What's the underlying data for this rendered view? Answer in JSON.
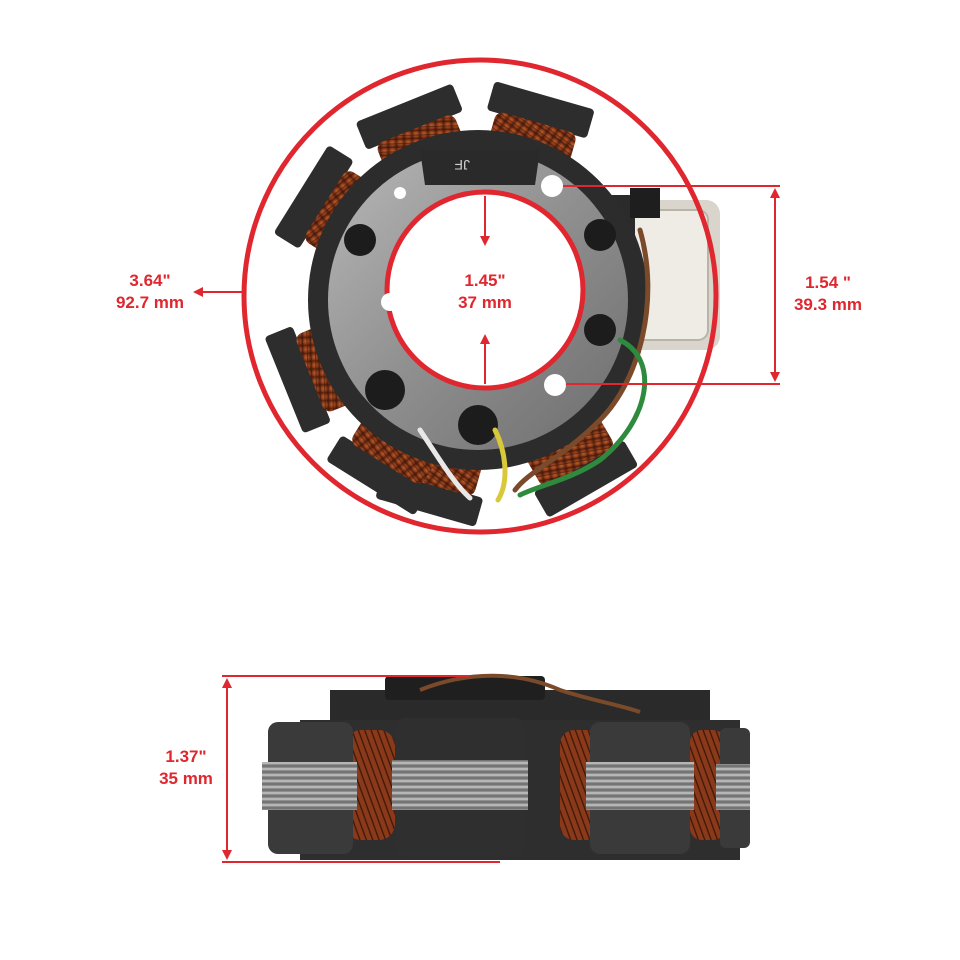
{
  "colors": {
    "accent": "#e0262e",
    "coil_copper": "#8a3a1a",
    "steel_core": "#3a3a3a",
    "lamination_gray": "#9a9a9a"
  },
  "dimensions": {
    "outer_diameter": {
      "inch": "3.64\"",
      "mm": "92.7 mm"
    },
    "inner_diameter": {
      "inch": "1.45\"",
      "mm": "37 mm"
    },
    "hole_spacing": {
      "inch": "1.54 \"",
      "mm": "39.3 mm"
    },
    "height": {
      "inch": "1.37\"",
      "mm": "35 mm"
    }
  },
  "stamp_text": "JF"
}
